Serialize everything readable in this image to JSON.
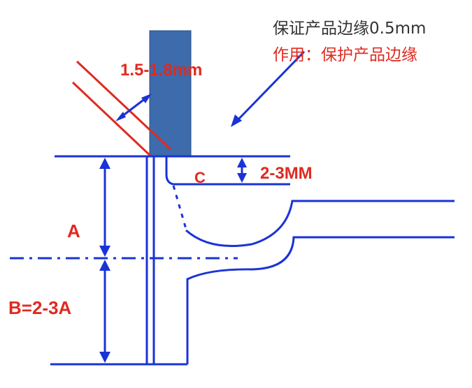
{
  "annotations": {
    "note_line1": "保证产品边缘0.5mm",
    "note_line2": "作用：保护产品边缘",
    "bevel_dim": "1.5-1.8mm",
    "step_dim": "2-3MM",
    "c_label": "C",
    "a_label": "A",
    "b_label": "B=2-3A"
  },
  "colors": {
    "blue": "#1a33d6",
    "red": "#e02a20",
    "block_fill": "#3d6bac",
    "text_dark": "#333333"
  }
}
